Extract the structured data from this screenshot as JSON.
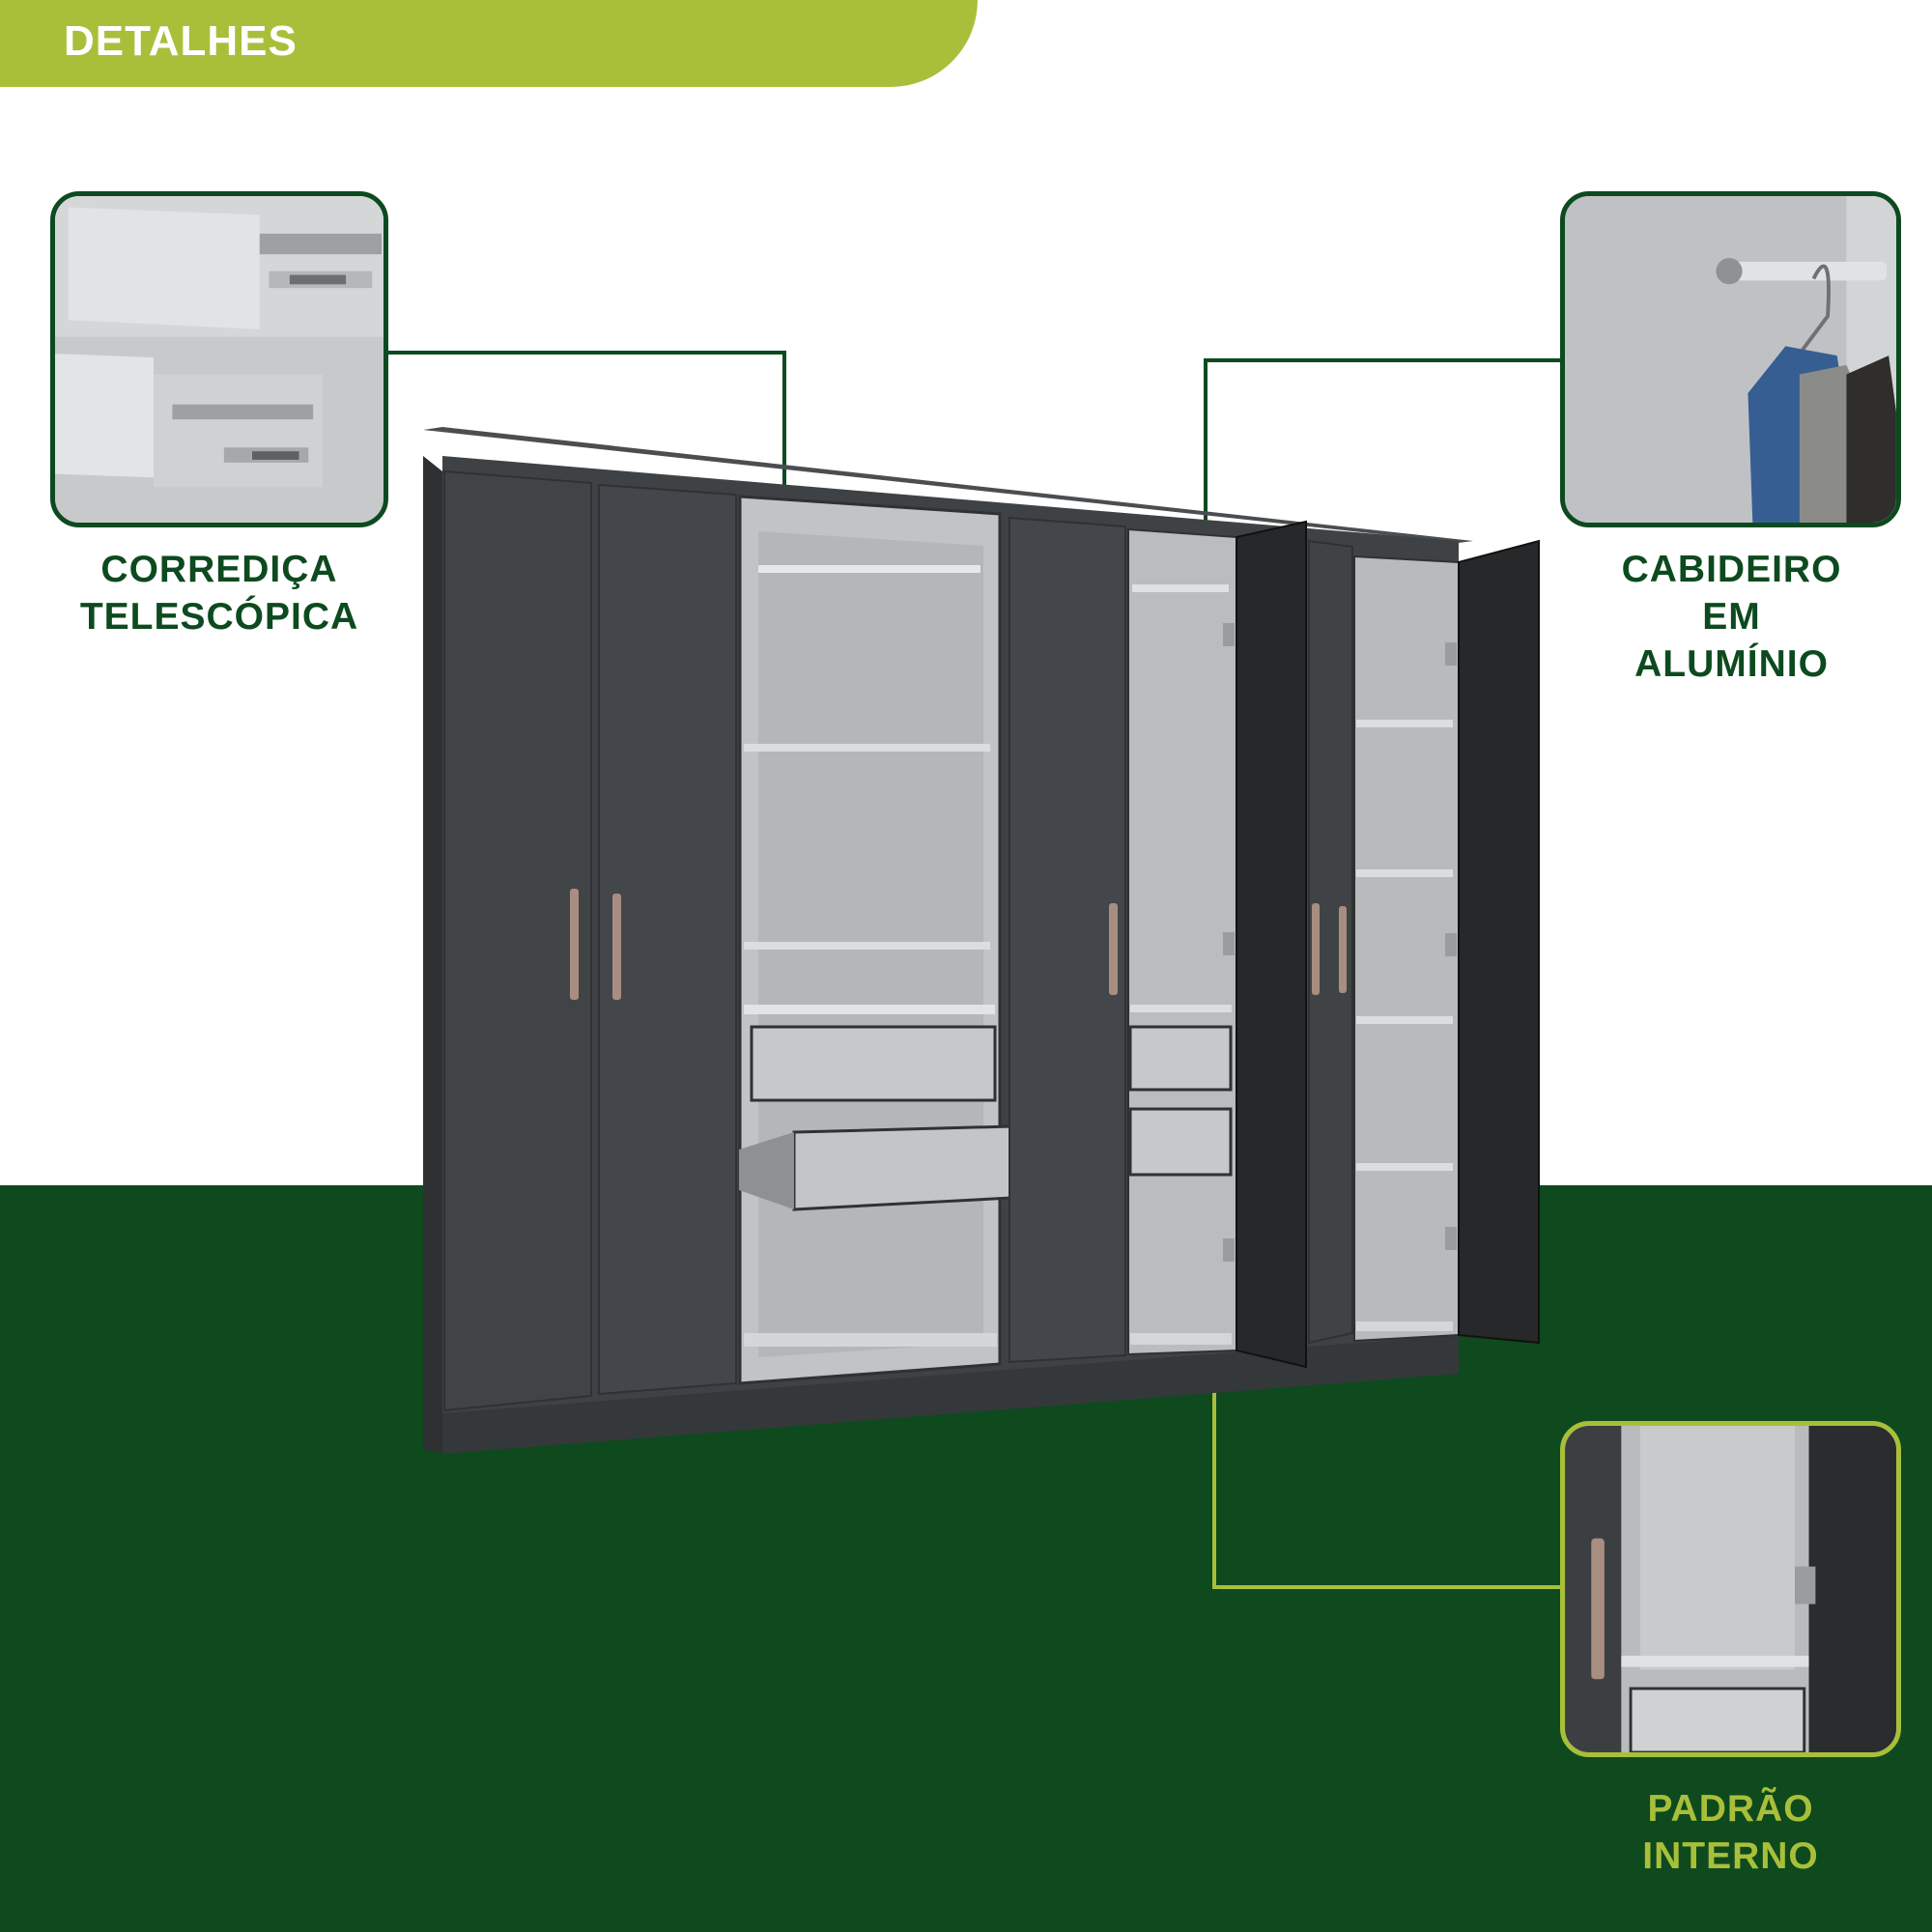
{
  "banner": {
    "title": "DETALHES"
  },
  "callouts": {
    "slide": {
      "line1": "CORREDIÇA",
      "line2": "TELESCÓPICA",
      "icon": "drawer-slide-icon"
    },
    "hanger": {
      "line1": "CABIDEIRO",
      "line2": "EM",
      "line3": "ALUMÍNIO",
      "icon": "hanger-rail-icon"
    },
    "interior": {
      "line1": "PADRÃO",
      "line2": "INTERNO",
      "icon": "interior-pattern-icon"
    }
  },
  "colors": {
    "brand_green": "#0d4a1f",
    "floor_green": "#0e4a1e",
    "accent_lime": "#a9bf3a",
    "wardrobe_gray": "#3f4245",
    "interior_gray": "#b8babb"
  }
}
